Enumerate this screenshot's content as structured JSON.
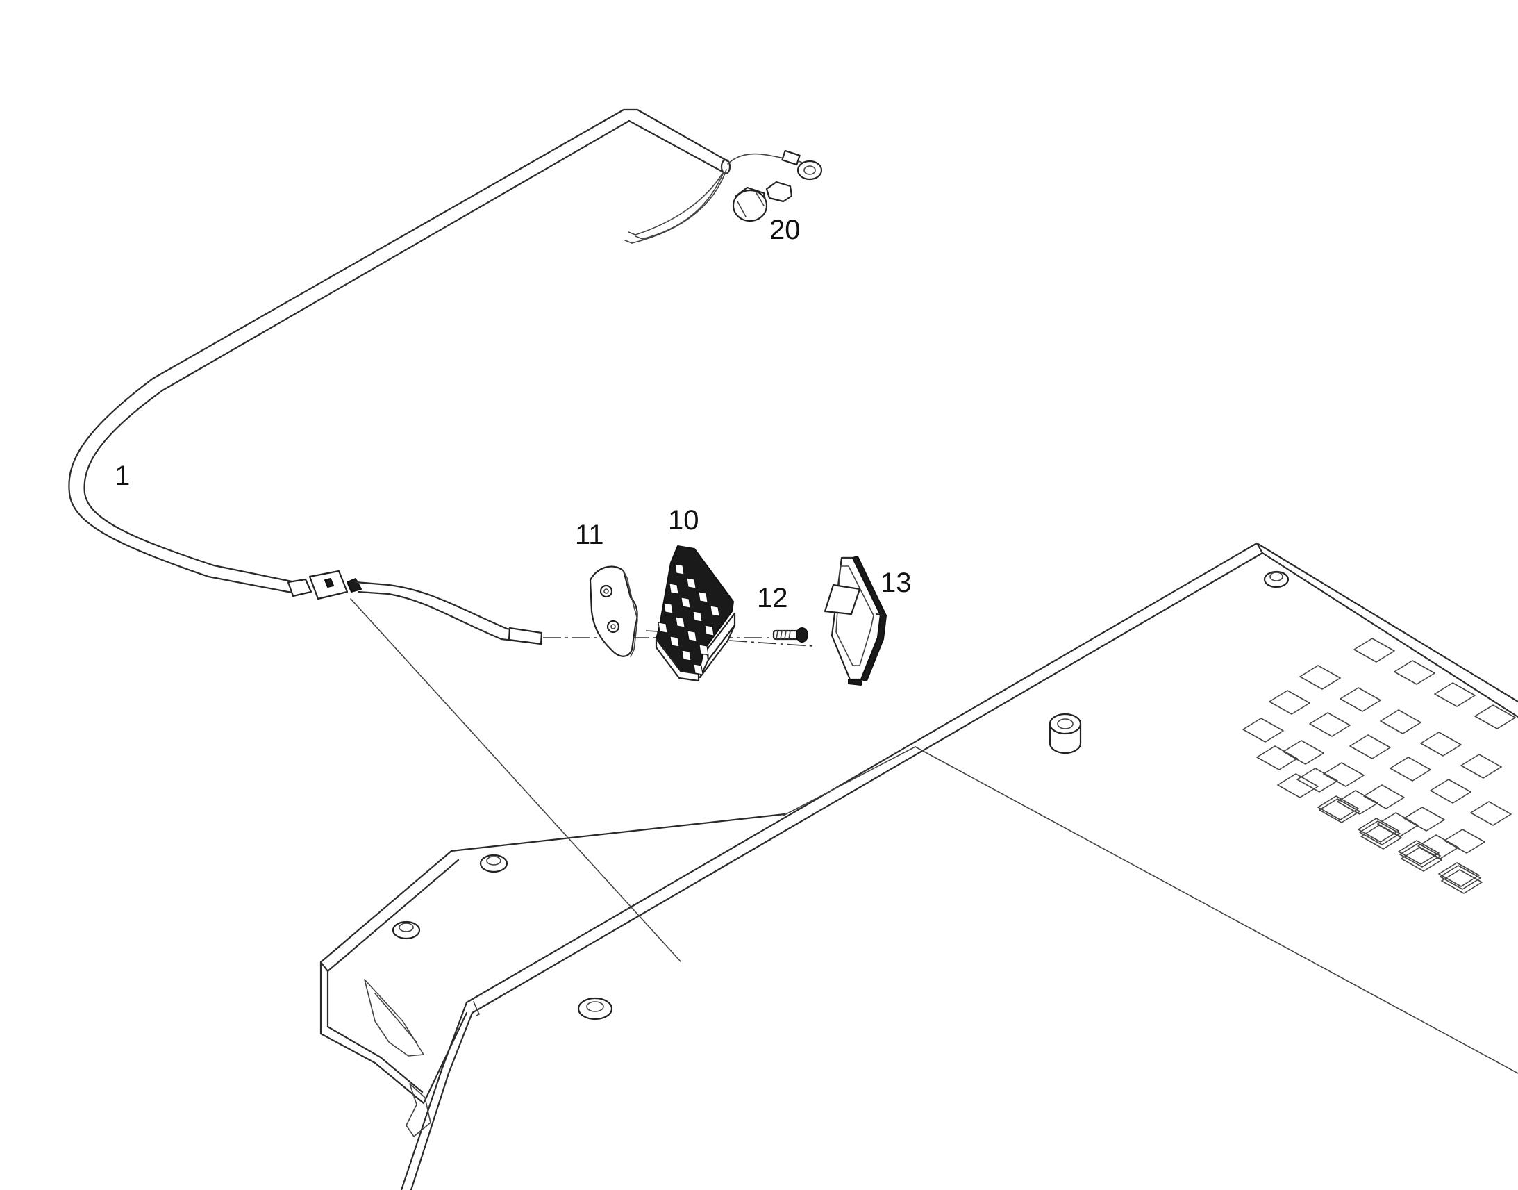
{
  "diagram": {
    "callouts": [
      {
        "id": "callout-1",
        "label": "1"
      },
      {
        "id": "callout-20",
        "label": "20"
      },
      {
        "id": "callout-11",
        "label": "11"
      },
      {
        "id": "callout-10",
        "label": "10"
      },
      {
        "id": "callout-12",
        "label": "12"
      },
      {
        "id": "callout-13",
        "label": "13"
      }
    ]
  }
}
